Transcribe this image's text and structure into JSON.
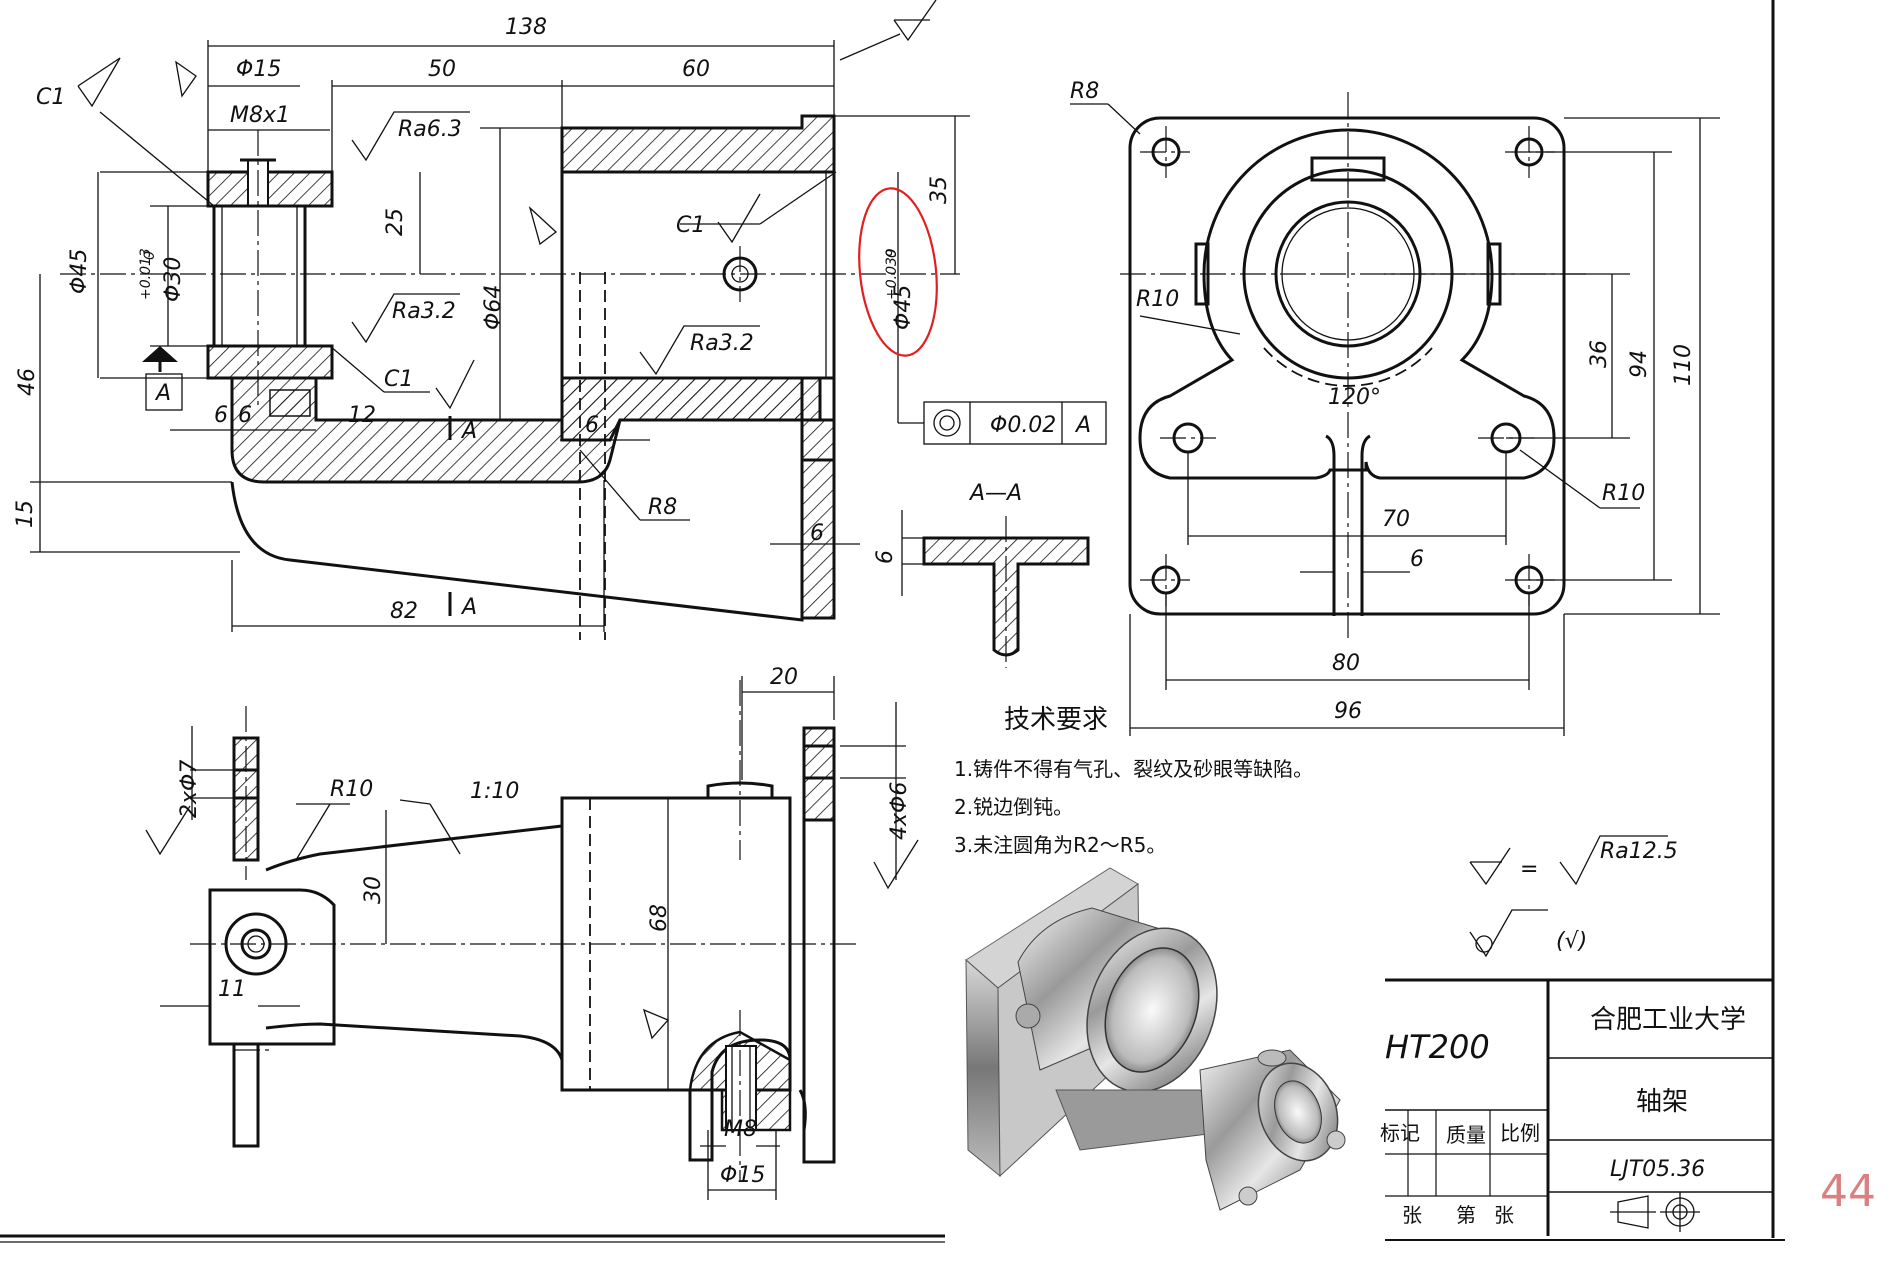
{
  "front_view": {
    "dims": {
      "d138": "138",
      "d50": "50",
      "d60": "60",
      "d15hole": "Φ15",
      "thread": "M8x1",
      "d25": "25",
      "d35": "35",
      "d45": "Φ45",
      "d30": "Φ30",
      "d30tol_up": "+0.013",
      "d30tol_lo": "0",
      "d64": "Φ64",
      "d45bore": "Φ45",
      "d45tol_up": "+0.039",
      "d45tol_lo": "0",
      "d46": "46",
      "d15": "15",
      "d6a": "6",
      "d6b": "6",
      "d12": "12",
      "d6c": "6",
      "r8": "R8",
      "d6d": "6",
      "d82": "82",
      "c1a": "C1",
      "c1b": "C1",
      "c1c": "C1",
      "ra63": "Ra6.3",
      "ra32a": "Ra3.2",
      "ra32b": "Ra3.2",
      "datum": "A",
      "sec_a1": "A",
      "sec_a2": "A"
    },
    "tolerance_frame": {
      "value": "Φ0.02",
      "datum": "A"
    }
  },
  "section_view": {
    "label": "A—A",
    "d6": "6"
  },
  "side_view": {
    "dims": {
      "r8": "R8",
      "r10a": "R10",
      "r10b": "R10",
      "a120": "120°",
      "d36": "36",
      "d94": "94",
      "d110": "110",
      "d70": "70",
      "d6": "6",
      "d80": "80",
      "d96": "96"
    }
  },
  "top_view": {
    "dims": {
      "d20": "20",
      "d2x7": "2xΦ7",
      "r10": "R10",
      "taper": "1:10",
      "d30": "30",
      "d68": "68",
      "d4x6": "4xΦ6",
      "d11": "11",
      "m8": "M8",
      "d15": "Φ15"
    }
  },
  "tech_req": {
    "title": "技术要求",
    "items": [
      "1.铸件不得有气孔、裂纹及砂眼等缺陷。",
      "2.锐边倒钝。",
      "3.未注圆角为R2～R5。"
    ]
  },
  "roughness_note": {
    "ra": "Ra12.5",
    "eq": "=",
    "paren": "(√)"
  },
  "title_block": {
    "material": "HT200",
    "school": "合肥工业大学",
    "part_name": "轴架",
    "drawing_no": "LJT05.36",
    "mark": "标记",
    "mass": "质量",
    "scale": "比例",
    "sheets": "张",
    "sheet_no": "第",
    "sheet_unit": "张"
  },
  "page_number": "44",
  "colors": {
    "annotation_circle": "#e02020",
    "page_number": "#d98080"
  }
}
